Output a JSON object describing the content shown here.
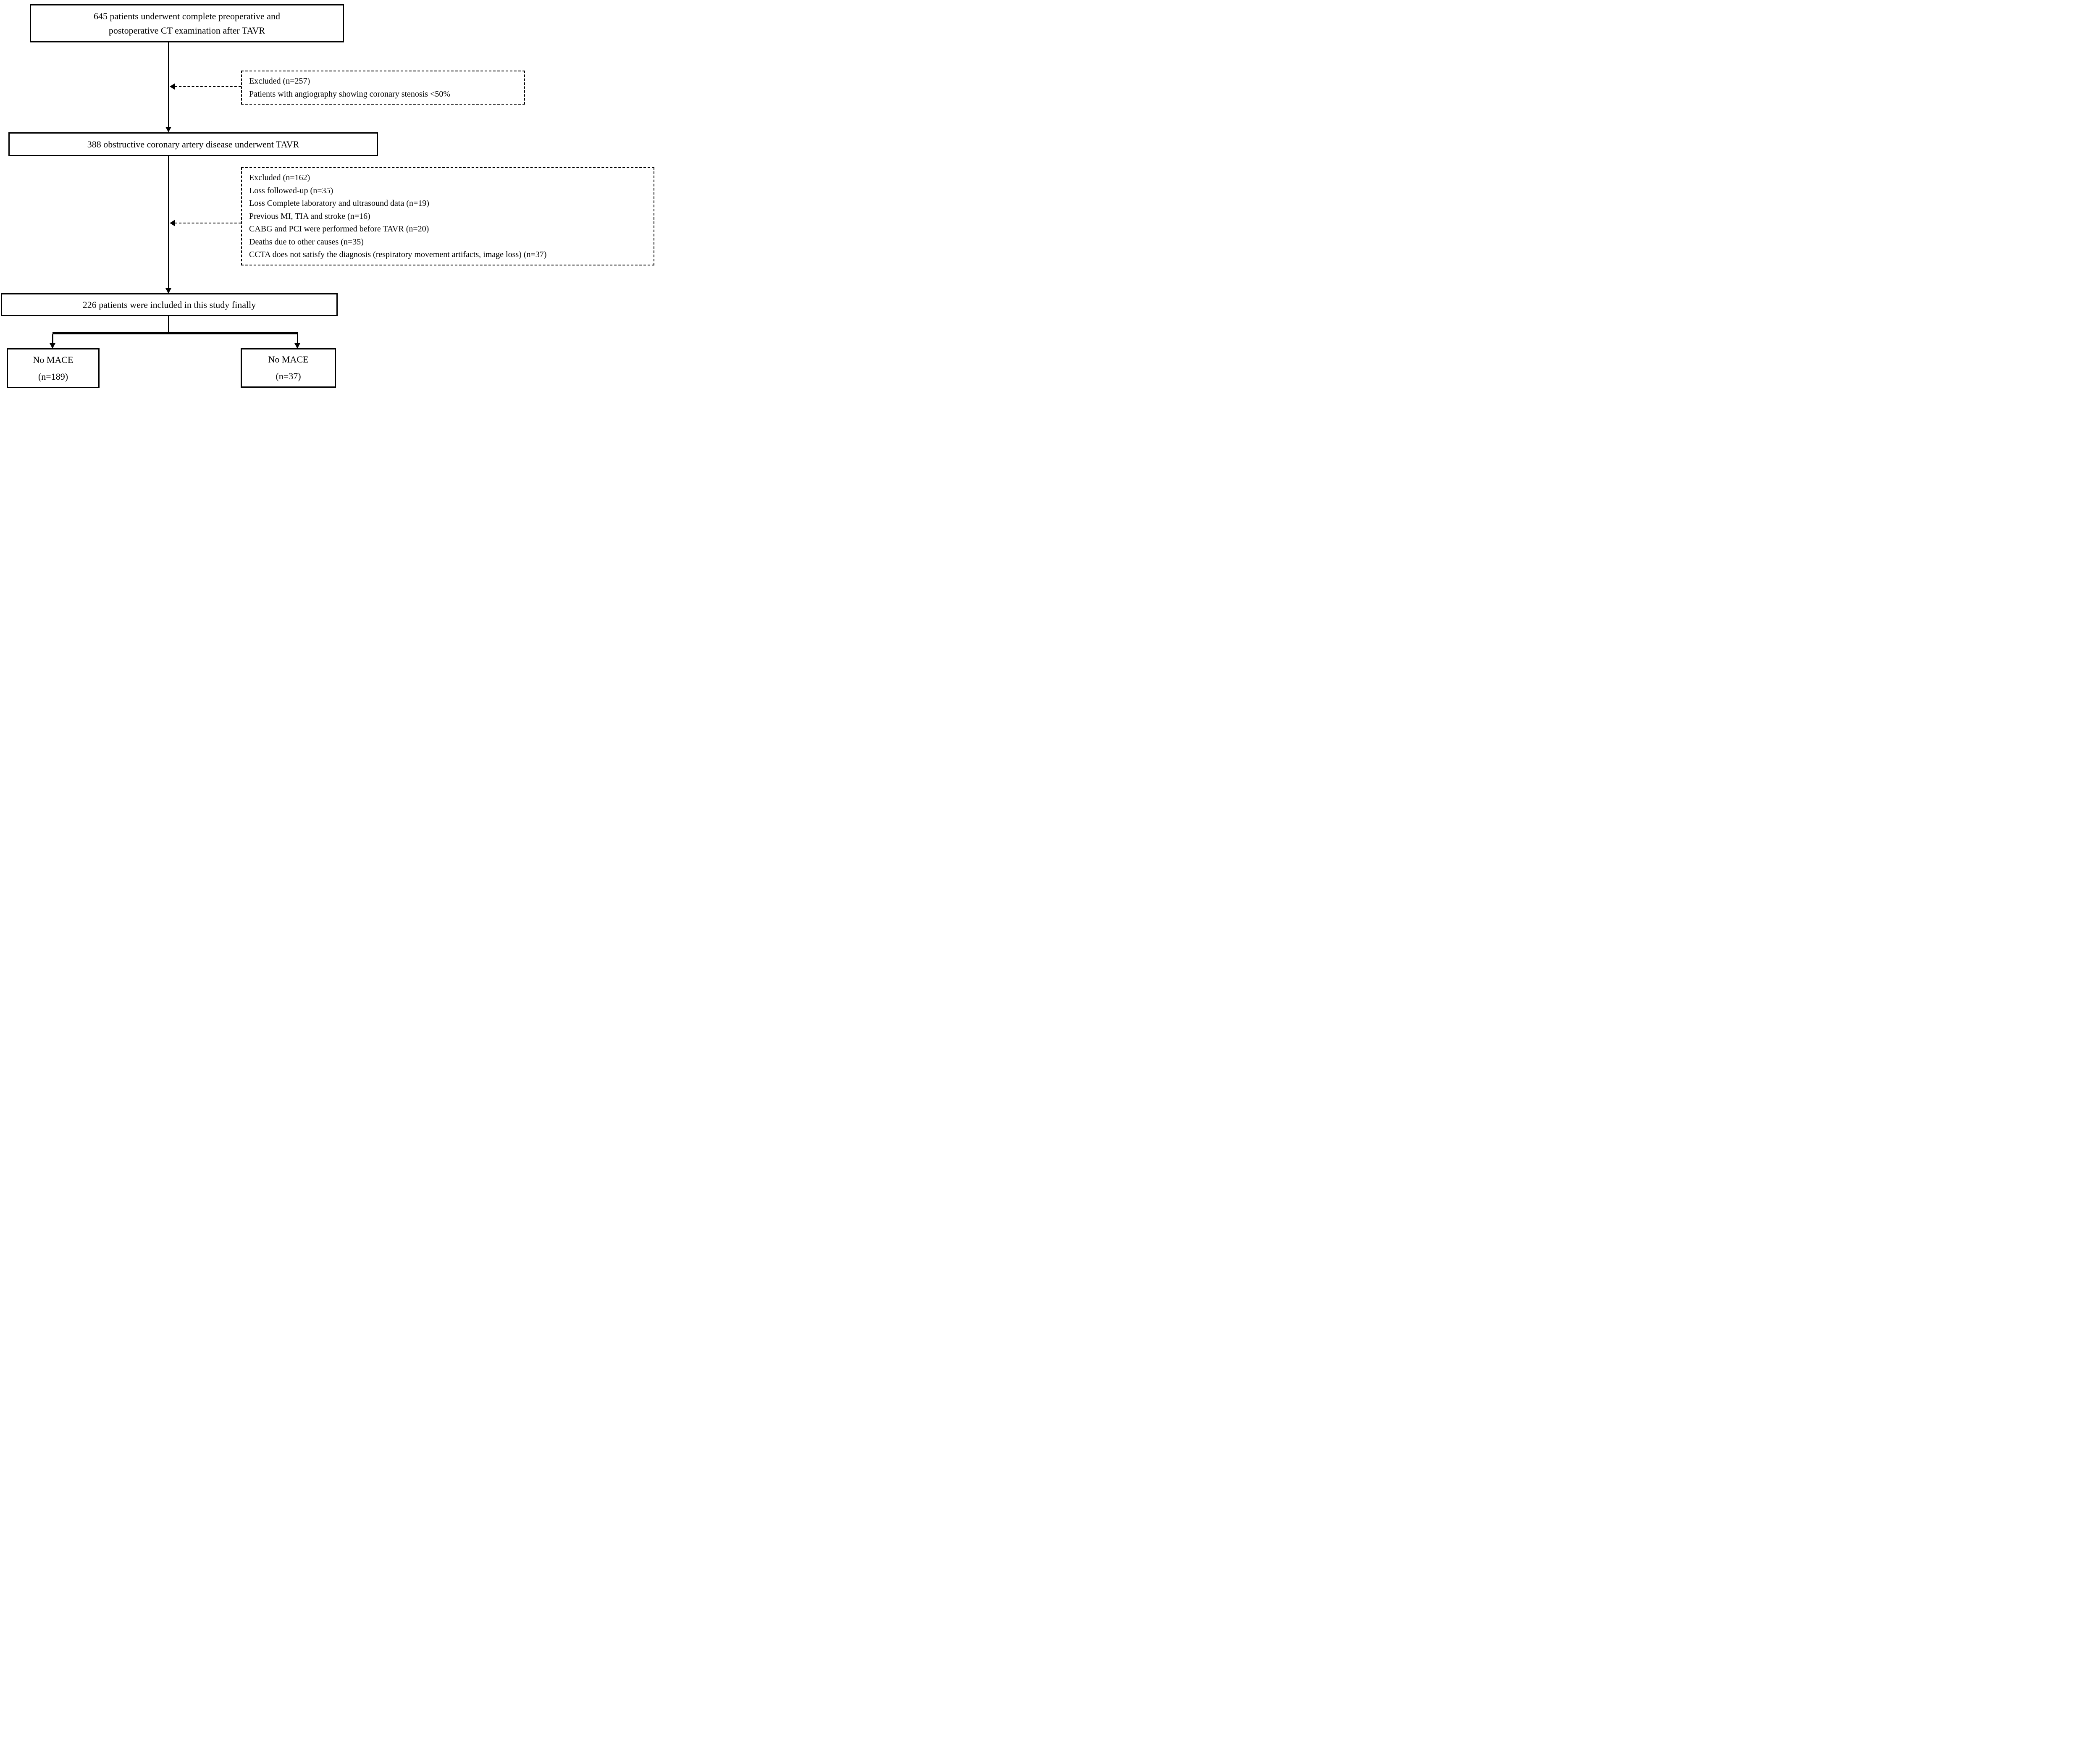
{
  "colors": {
    "background": "#ffffff",
    "line": "#000000",
    "text": "#000000"
  },
  "flow": {
    "step1": {
      "line1": "645 patients underwent complete preoperative and",
      "line2": "postoperative CT examination after TAVR"
    },
    "exclusion1": {
      "title": "Excluded (n=257)",
      "items": [
        "Patients with angiography showing coronary stenosis <50%"
      ]
    },
    "step2": {
      "text": "388 obstructive coronary artery disease underwent TAVR"
    },
    "exclusion2": {
      "title": "Excluded (n=162)",
      "items": [
        "Loss followed-up (n=35)",
        "Loss Complete laboratory and ultrasound data (n=19)",
        "Previous MI, TIA and stroke (n=16)",
        "CABG and PCI were performed before TAVR (n=20)",
        "Deaths due to other causes (n=35)",
        "CCTA does not satisfy the diagnosis (respiratory movement artifacts, image loss) (n=37)"
      ]
    },
    "step3": {
      "text": "226 patients were included in this study finally"
    },
    "outcome_left": {
      "line1": "No MACE",
      "line2": "(n=189)"
    },
    "outcome_right": {
      "line1": "No MACE",
      "line2": "(n=37)"
    }
  }
}
